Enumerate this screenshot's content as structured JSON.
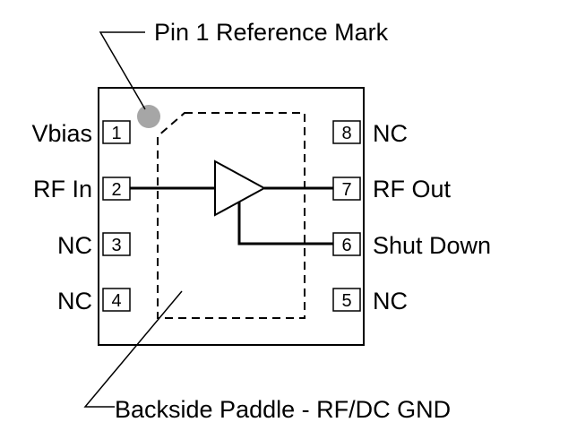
{
  "labels": {
    "pin1_reference": "Pin 1 Reference Mark",
    "backside_paddle": "Backside Paddle - RF/DC GND"
  },
  "pins_left": [
    {
      "number": "1",
      "name": "Vbias"
    },
    {
      "number": "2",
      "name": "RF In"
    },
    {
      "number": "3",
      "name": "NC"
    },
    {
      "number": "4",
      "name": "NC"
    }
  ],
  "pins_right": [
    {
      "number": "8",
      "name": "NC"
    },
    {
      "number": "7",
      "name": "RF Out"
    },
    {
      "number": "6",
      "name": "Shut Down"
    },
    {
      "number": "5",
      "name": "NC"
    }
  ],
  "colors": {
    "outline": "#000000",
    "pin1_mark": "#a6a6a6",
    "background": "#ffffff"
  }
}
